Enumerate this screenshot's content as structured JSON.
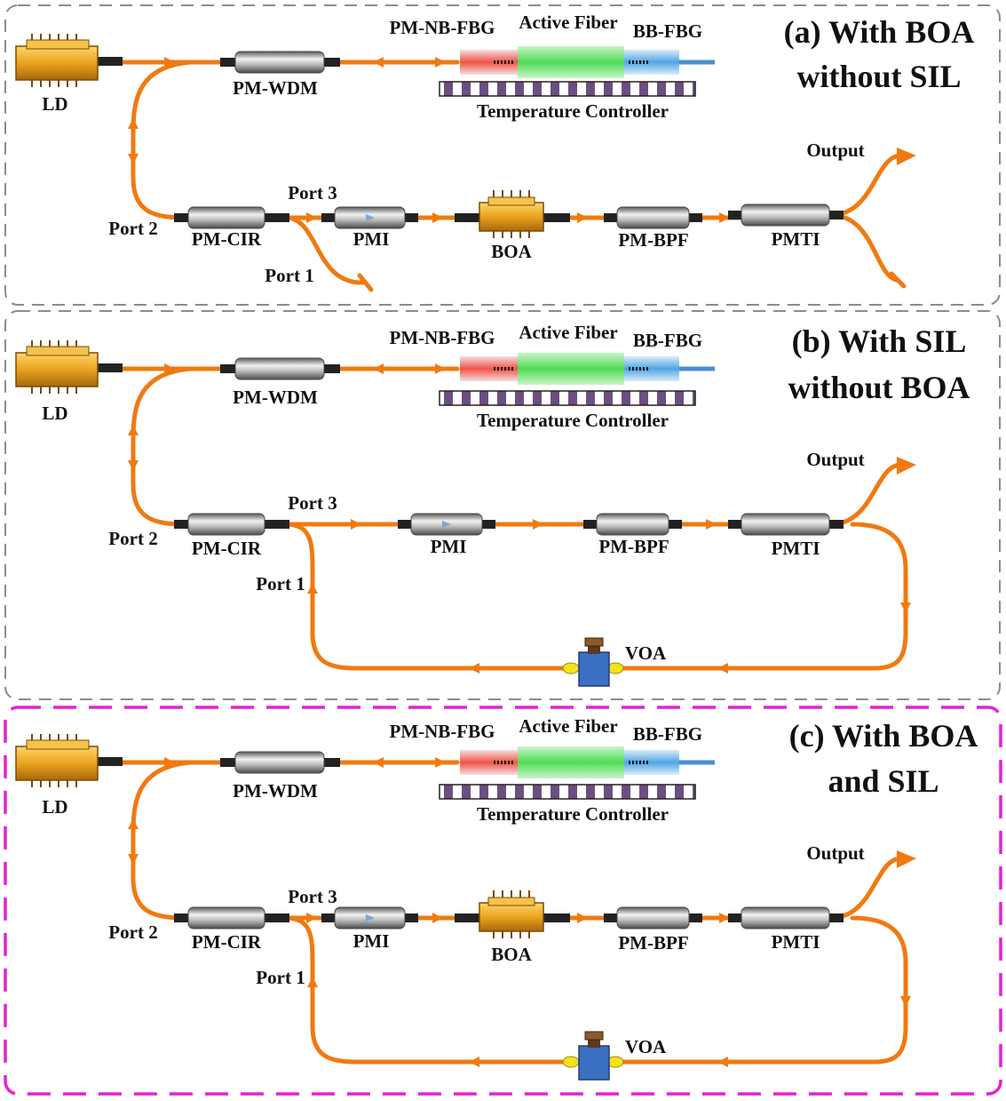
{
  "colors": {
    "fiber": "#F07A10",
    "panel_border": "#8c8c8c",
    "panel_c_border": "#E620D6",
    "laser_body": "#E9A31E",
    "active_fiber": "#55E05A",
    "fbg_red": "#F04030",
    "fbg_blue": "#3C9BE0",
    "voa_body": "#3B6FC2"
  },
  "icons": {
    "ld": "butterfly-laser-icon",
    "boa": "butterfly-amplifier-icon",
    "voa": "variable-attenuator-icon",
    "component": "fiber-component-cylinder-icon"
  },
  "panels": [
    {
      "id": "a",
      "title_line1": "(a) With BOA",
      "title_line2": "without SIL",
      "ld": "LD",
      "wdm": "PM-WDM",
      "nbfbg": "PM-NB-FBG",
      "active_fiber": "Active Fiber",
      "bbfbg": "BB-FBG",
      "temp_ctrl": "Temperature Controller",
      "output": "Output",
      "port2": "Port 2",
      "port3": "Port 3",
      "port1": "Port 1",
      "cir": "PM-CIR",
      "pmi": "PMI",
      "boa": "BOA",
      "bpf": "PM-BPF",
      "pmti": "PMTI"
    },
    {
      "id": "b",
      "title_line1": "(b) With SIL",
      "title_line2": "without BOA",
      "ld": "LD",
      "wdm": "PM-WDM",
      "nbfbg": "PM-NB-FBG",
      "active_fiber": "Active Fiber",
      "bbfbg": "BB-FBG",
      "temp_ctrl": "Temperature Controller",
      "output": "Output",
      "port2": "Port 2",
      "port3": "Port 3",
      "port1": "Port 1",
      "cir": "PM-CIR",
      "pmi": "PMI",
      "bpf": "PM-BPF",
      "pmti": "PMTI",
      "voa": "VOA"
    },
    {
      "id": "c",
      "title_line1": "(c) With BOA",
      "title_line2": "and SIL",
      "ld": "LD",
      "wdm": "PM-WDM",
      "nbfbg": "PM-NB-FBG",
      "active_fiber": "Active Fiber",
      "bbfbg": "BB-FBG",
      "temp_ctrl": "Temperature Controller",
      "output": "Output",
      "port2": "Port 2",
      "port3": "Port 3",
      "port1": "Port 1",
      "cir": "PM-CIR",
      "pmi": "PMI",
      "boa": "BOA",
      "bpf": "PM-BPF",
      "pmti": "PMTI",
      "voa": "VOA"
    }
  ]
}
